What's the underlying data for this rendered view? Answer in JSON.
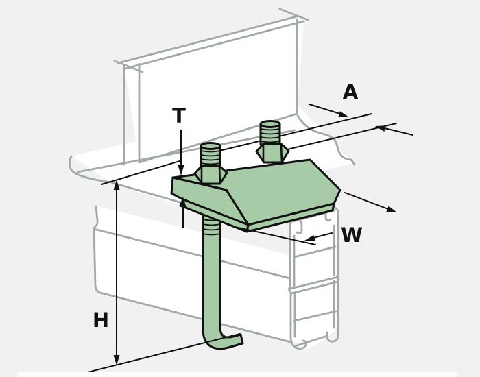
{
  "diagram": {
    "kind": "isometric technical illustration",
    "subject": "beam clamp assembly attaching a strut channel to the bottom flange of an I-beam with J-bolts",
    "parts": [
      "i-beam",
      "clamp-plate",
      "clamp-bolt-left",
      "clamp-bolt-right",
      "j-bolt-rod",
      "j-bolt-hook",
      "strut-channel"
    ],
    "dimension_labels": {
      "a": "A",
      "t": "T",
      "w": "W",
      "h": "H"
    }
  },
  "colors": {
    "background": "#f1f1f2",
    "part_green": "#a7cba7",
    "part_white": "#ffffff",
    "beam_gray": "#a3a8ab",
    "outline_black": "#111111",
    "bottom_strip": "#fcfcfc"
  }
}
